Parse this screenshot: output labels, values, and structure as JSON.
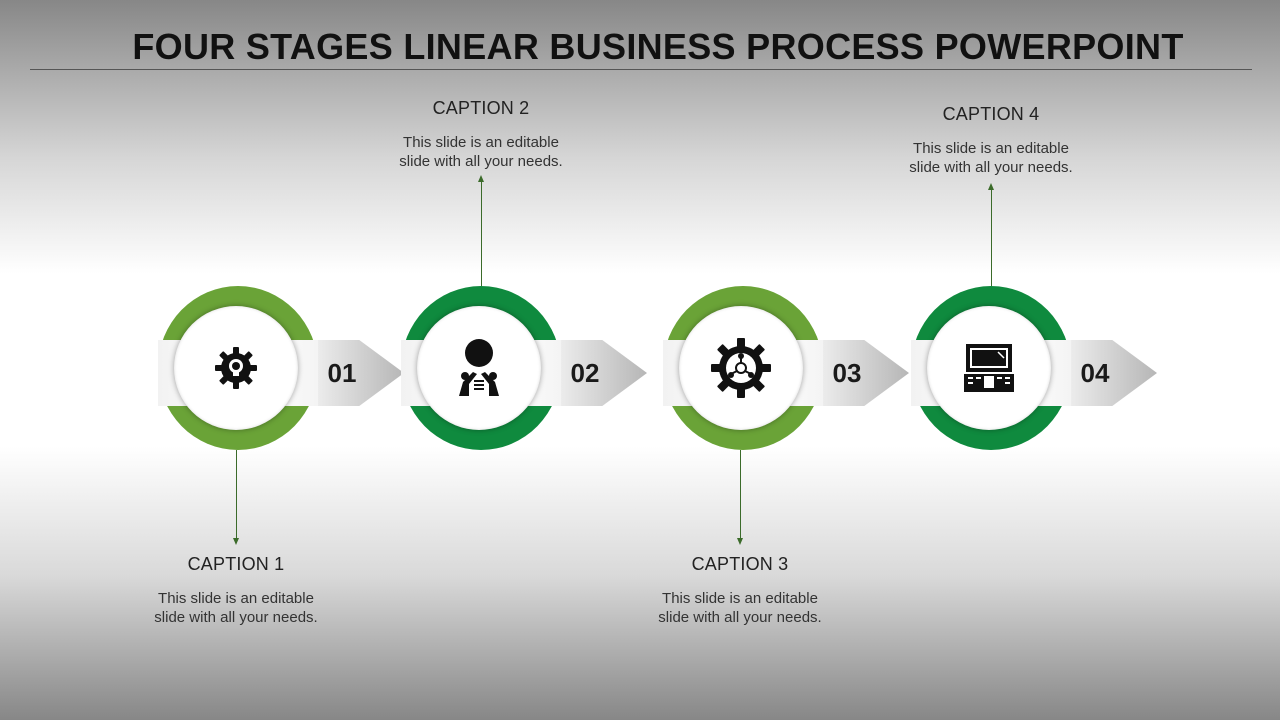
{
  "title": "FOUR STAGES LINEAR BUSINESS PROCESS POWERPOINT",
  "colors": {
    "green_light": "#6aa337",
    "green_dark": "#0f8a3e",
    "connector": "#3b6b2a"
  },
  "stages": [
    {
      "number": "01",
      "icon": "gear-bulb-icon",
      "ring_color": "#6aa337",
      "caption": {
        "title": "CAPTION 1",
        "line1": "This slide is an editable",
        "line2": "slide with all your needs."
      }
    },
    {
      "number": "02",
      "icon": "team-idea-icon",
      "ring_color": "#0f8a3e",
      "caption": {
        "title": "CAPTION 2",
        "line1": "This slide is an editable",
        "line2": "slide with all your needs."
      }
    },
    {
      "number": "03",
      "icon": "gear-network-icon",
      "ring_color": "#6aa337",
      "caption": {
        "title": "CAPTION 3",
        "line1": "This slide is an editable",
        "line2": "slide with all your needs."
      }
    },
    {
      "number": "04",
      "icon": "laptop-icon",
      "ring_color": "#0f8a3e",
      "caption": {
        "title": "CAPTION 4",
        "line1": "This slide is an editable",
        "line2": "slide with all your needs."
      }
    }
  ]
}
